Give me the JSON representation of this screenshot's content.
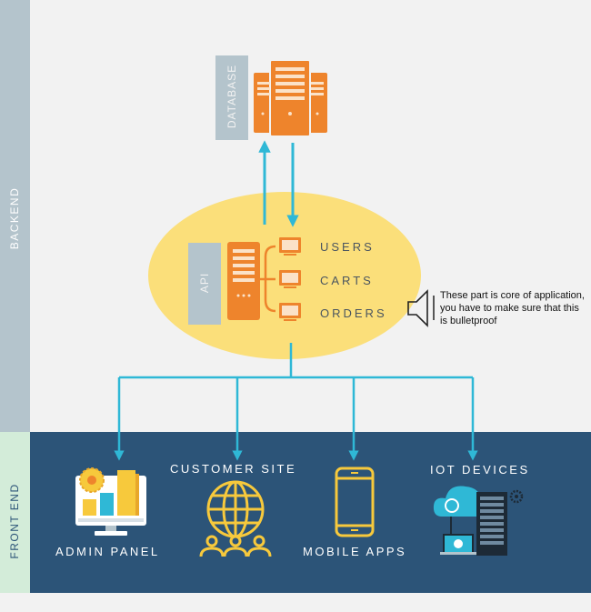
{
  "sections": {
    "backend": "BACKEND",
    "frontend": "FRONT END"
  },
  "database": {
    "label": "DATABASE"
  },
  "api": {
    "label": "API",
    "resources": [
      "USERS",
      "CARTS",
      "ORDERS"
    ]
  },
  "note": {
    "text": "These part is core of application, you have to make sure that this is bulletproof"
  },
  "clients": {
    "admin_panel": "ADMIN PANEL",
    "customer_site": "CUSTOMER SITE",
    "mobile_apps": "MOBILE APPS",
    "iot_devices": "IOT DEVICES"
  },
  "colors": {
    "backend_bg": "#f2f2f2",
    "frontend_bg": "#2c5478",
    "server_orange": "#ee842c",
    "core_yellow": "#fbdf7a",
    "arrow_cyan": "#2fb8d6",
    "icon_yellow": "#f7c93c"
  }
}
